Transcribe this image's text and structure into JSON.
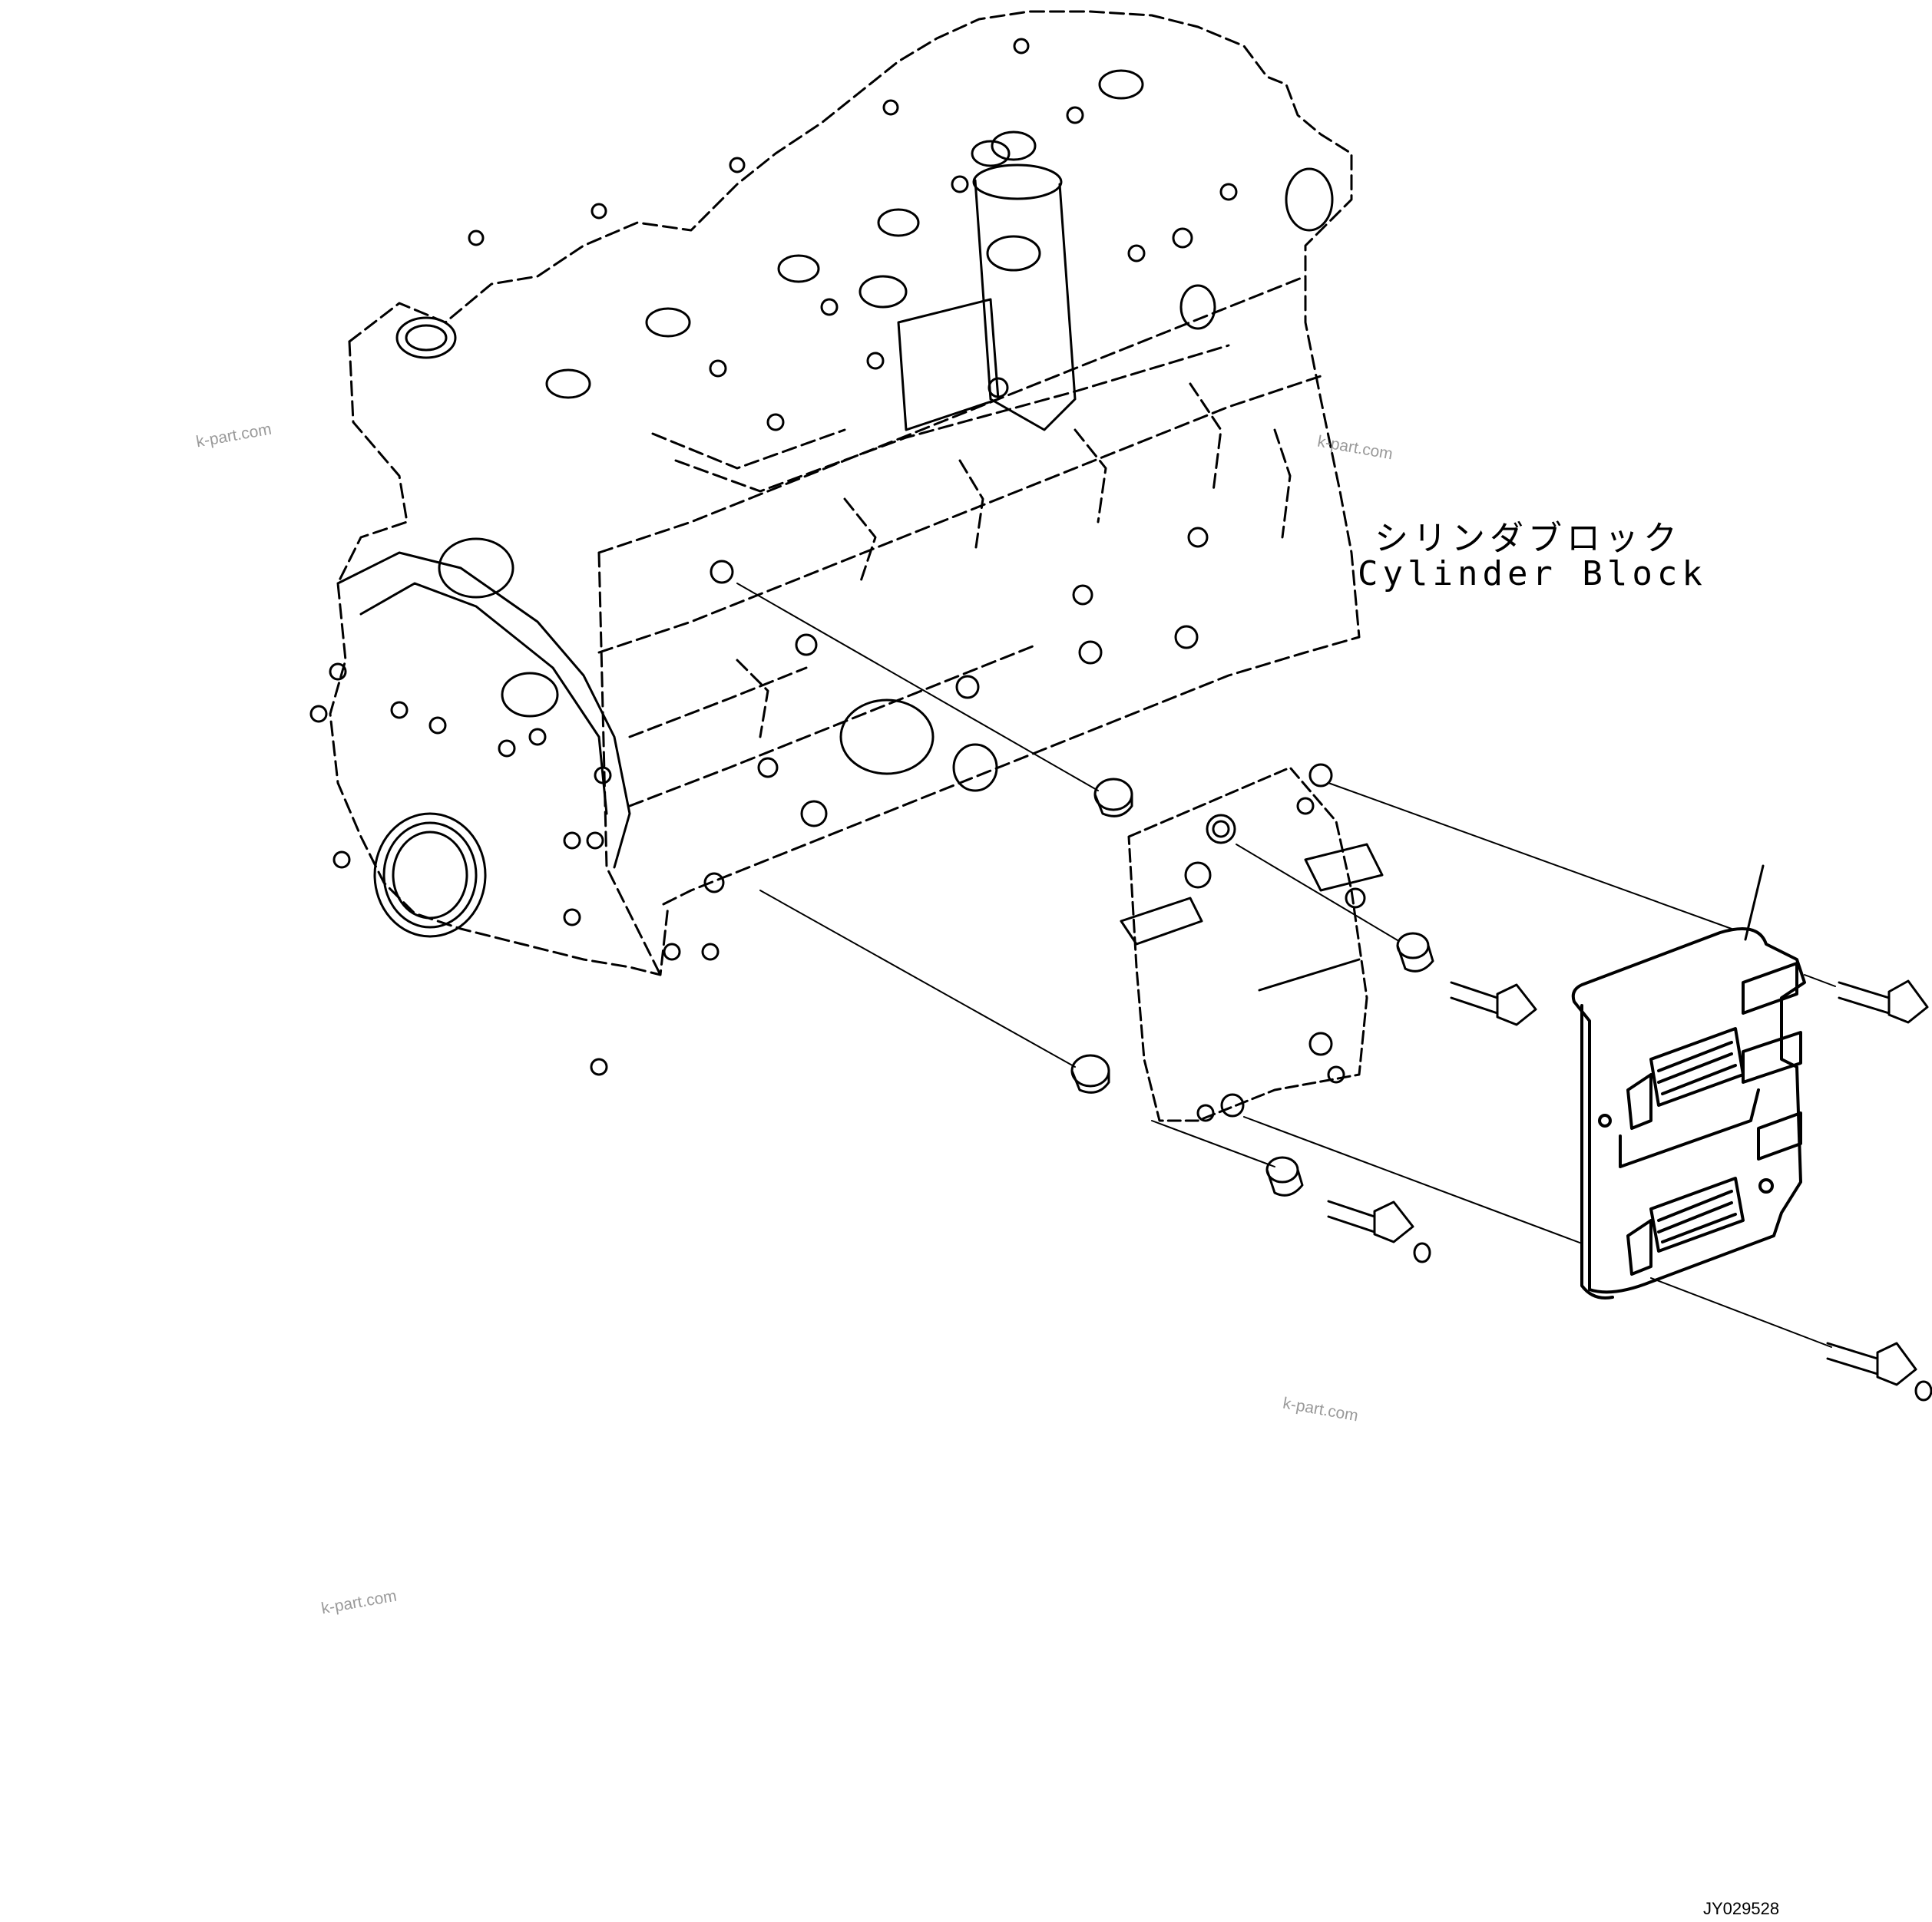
{
  "labels": {
    "cylinder_block_jp": "シリンダブロック",
    "cylinder_block_en": "Cylinder Block"
  },
  "watermarks": [
    "k-part.com",
    "k-part.com",
    "k-part.com",
    "k-part.com"
  ],
  "drawing_code": "JY029528",
  "colors": {
    "line": "#000000",
    "watermark": "#9a9a9a",
    "background": "#ffffff"
  }
}
